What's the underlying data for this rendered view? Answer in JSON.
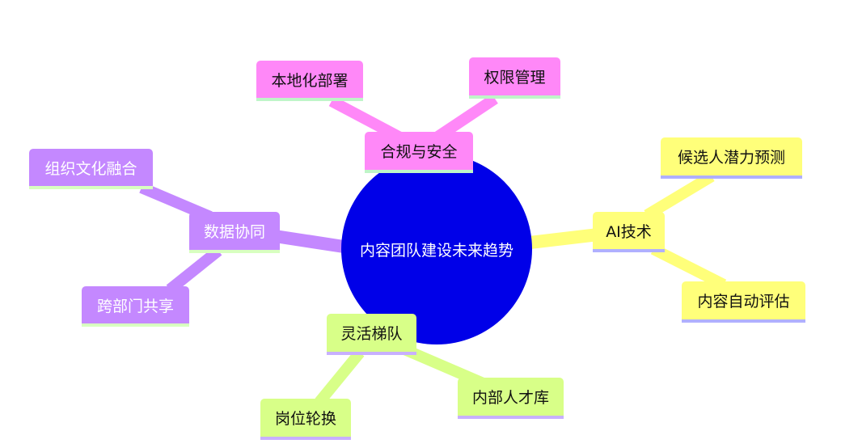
{
  "center": "内容团队建设未来趋势",
  "branches": [
    {
      "label": "合规与安全",
      "color": "#ff88f8",
      "children": [
        "本地化部署",
        "权限管理"
      ]
    },
    {
      "label": "AI技术",
      "color": "#ffff7a",
      "children": [
        "候选人潜力预测",
        "内容自动评估"
      ]
    },
    {
      "label": "数据协同",
      "color": "#c488ff",
      "children": [
        "组织文化融合",
        "跨部门共享"
      ]
    },
    {
      "label": "灵活梯队",
      "color": "#d8ff88",
      "children": [
        "内部人才库",
        "岗位轮换"
      ]
    }
  ]
}
